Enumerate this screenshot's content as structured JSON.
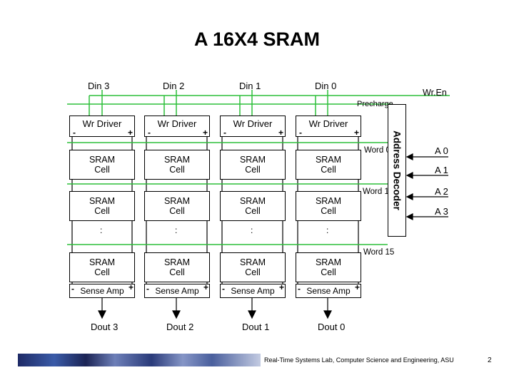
{
  "title": "A 16X4 SRAM",
  "columns": [
    {
      "din": "Din 3",
      "driver": "Wr Driver",
      "dout": "Dout 3"
    },
    {
      "din": "Din 2",
      "driver": "Wr Driver",
      "dout": "Dout 2"
    },
    {
      "din": "Din 1",
      "driver": "Wr Driver",
      "dout": "Dout 1"
    },
    {
      "din": "Din 0",
      "driver": "Wr Driver",
      "dout": "Dout 0"
    }
  ],
  "cell_label": {
    "line1": "SRAM",
    "line2": "Cell"
  },
  "sense_amp_label": "Sense Amp",
  "minus": "-",
  "plus": "+",
  "ellipsis": ":",
  "wr_en": "Wr.En",
  "precharge": "Precharge",
  "word_lines": [
    "Word 0",
    "Word 1",
    "Word 15"
  ],
  "decoder_label": "Address Decoder",
  "address_inputs": [
    "A 0",
    "A 1",
    "A 2",
    "A 3"
  ],
  "footer_text": "Real-Time Systems Lab, Computer Science and Engineering, ASU",
  "page_number": "2",
  "colors": {
    "wire_green": "#2dbf3a",
    "wire_black": "#000000"
  }
}
